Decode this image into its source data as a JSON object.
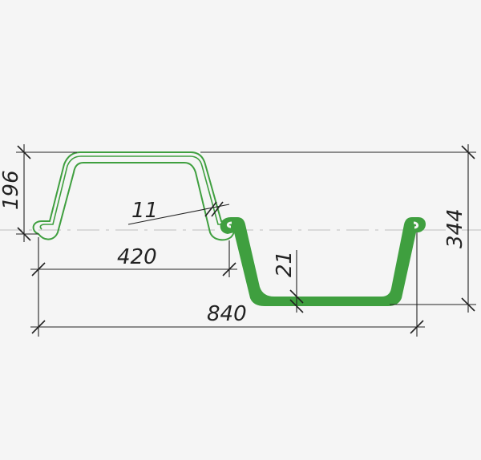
{
  "colors": {
    "background": "#f5f5f5",
    "profile_fill": "#3f9f3f",
    "profile_outline": "#3f9f3f",
    "dimension_lines": "#222222",
    "center_line": "#c9c9c9"
  },
  "dimensions": {
    "left_height": "196",
    "total_height": "344",
    "thickness_label": "11",
    "flange_thickness": "21",
    "half_width": "420",
    "full_width": "840"
  }
}
